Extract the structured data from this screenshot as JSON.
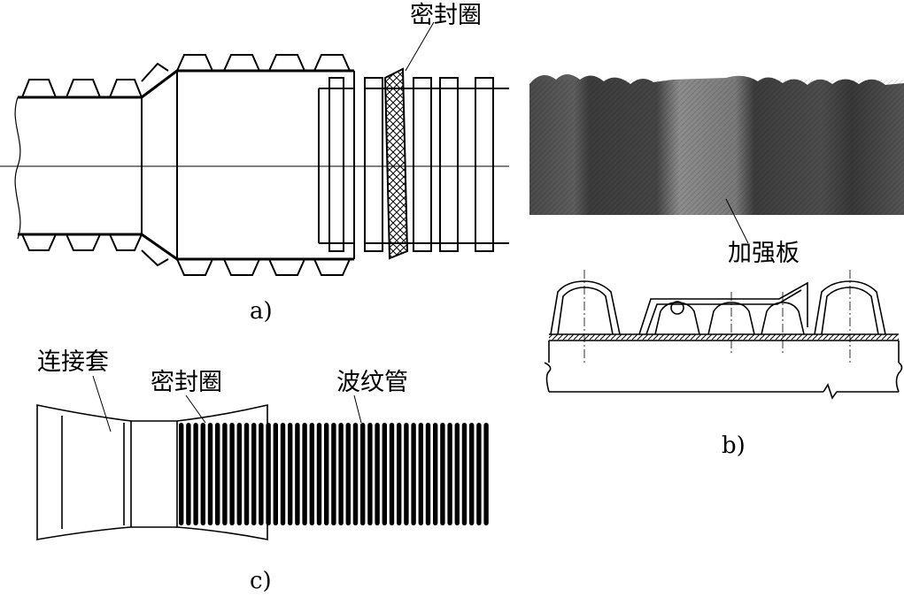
{
  "panel_a": {
    "caption": "a)",
    "seal_label": "密封圈"
  },
  "panel_b": {
    "caption": "b)",
    "reinforcing_plate_label": "加强板"
  },
  "panel_c": {
    "caption": "c)",
    "coupling_label": "连接套",
    "seal_label": "密封圈",
    "corrugated_pipe_label": "波纹管"
  },
  "colors": {
    "ink": "#000000",
    "photo_dark": "#3a3a3a",
    "photo_light": "#8a8a8a"
  }
}
